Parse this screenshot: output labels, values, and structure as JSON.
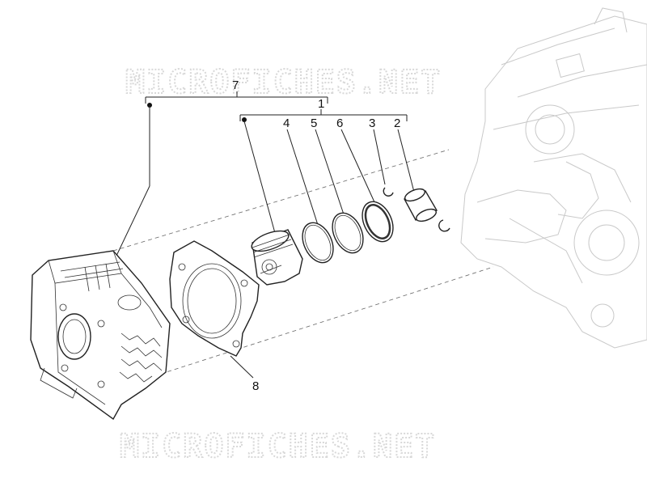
{
  "watermark": {
    "text": "MICROFICHES.NET"
  },
  "callouts": {
    "assembly": "7",
    "piston_kit": "1",
    "piston": "4",
    "ring_1": "5",
    "ring_2": "6",
    "circlip": "3",
    "pin": "2",
    "gasket": "8"
  }
}
